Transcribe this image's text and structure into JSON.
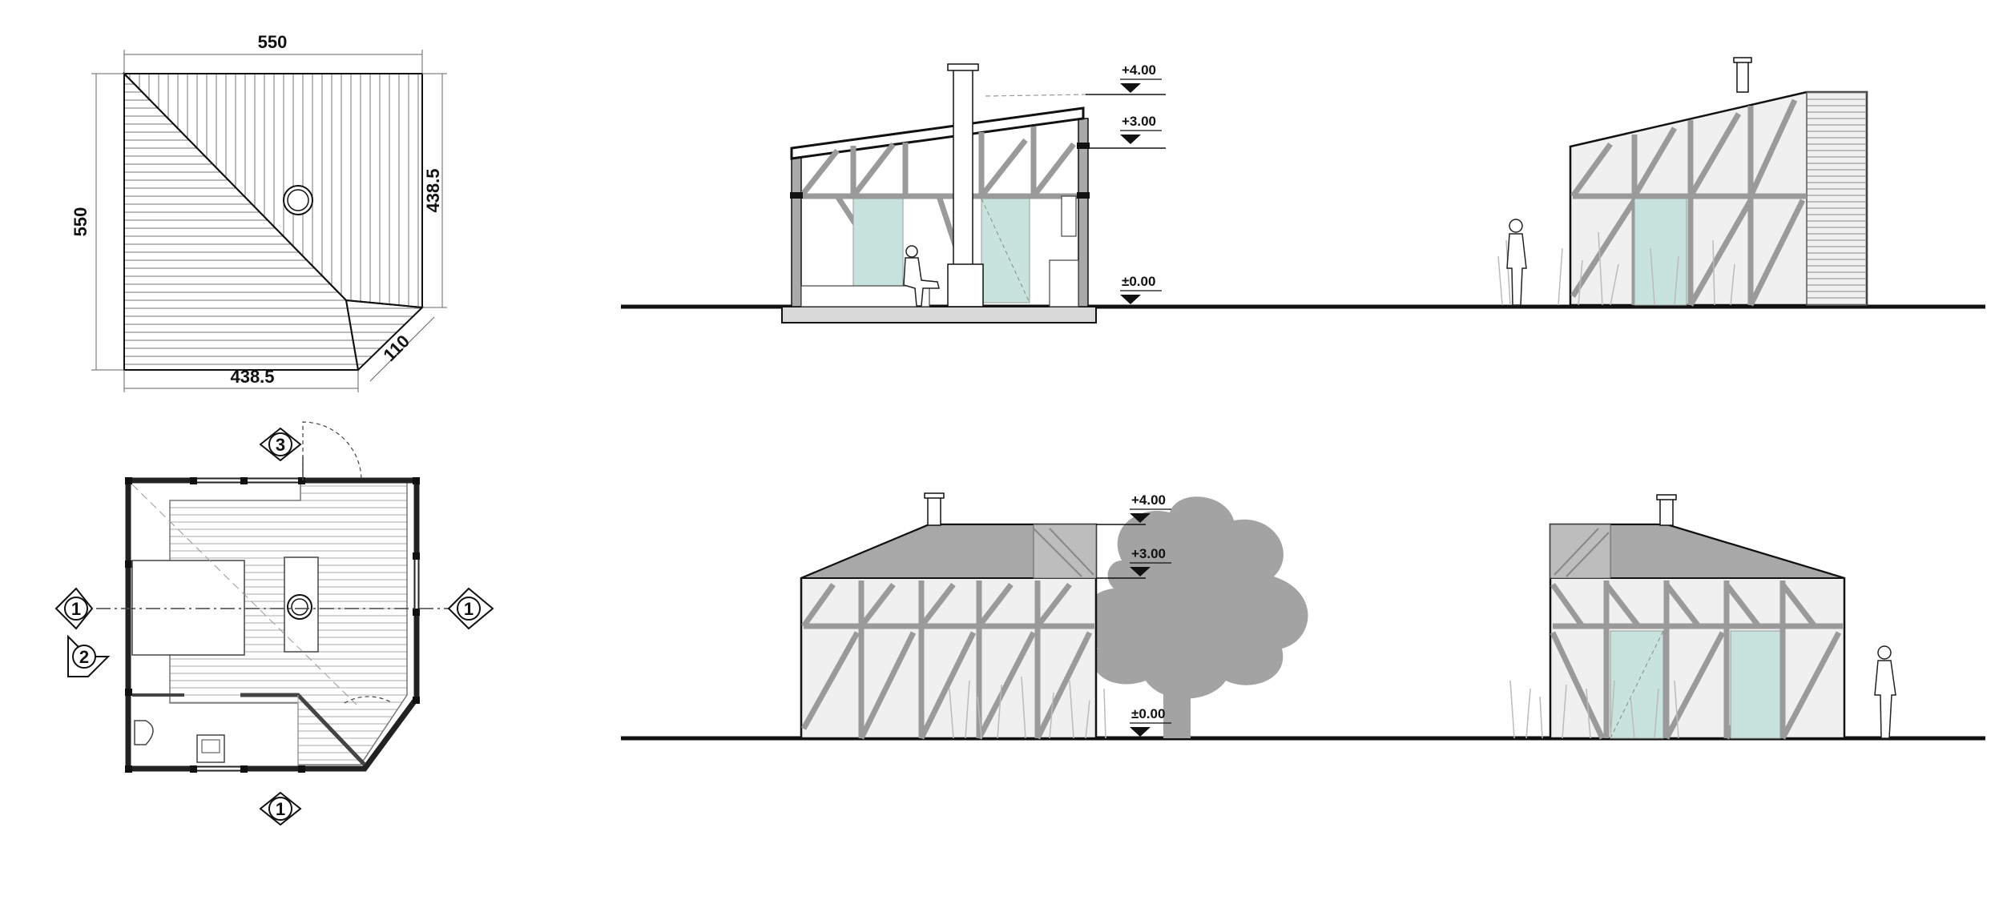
{
  "roof_plan": {
    "dim_top": "550",
    "dim_left": "550",
    "dim_right": "438.5",
    "dim_bottom": "438.5",
    "dim_diagonal": "110"
  },
  "floor_plan": {
    "markers": {
      "top": "3",
      "left": "1",
      "right": "1",
      "left_lower": "2",
      "bottom": "1"
    }
  },
  "section": {
    "levels": [
      "+4.00",
      "+3.00",
      "±0.00"
    ]
  },
  "elevation_front": {
    "levels": [
      "+4.00",
      "+3.00",
      "±0.00"
    ]
  },
  "colors": {
    "line": "#111111",
    "frame": "#9a9a9a",
    "glass": "#c8e3dd",
    "wall": "#f0f0f0",
    "roof": "#a8a8a8",
    "tree": "#a3a3a3"
  }
}
